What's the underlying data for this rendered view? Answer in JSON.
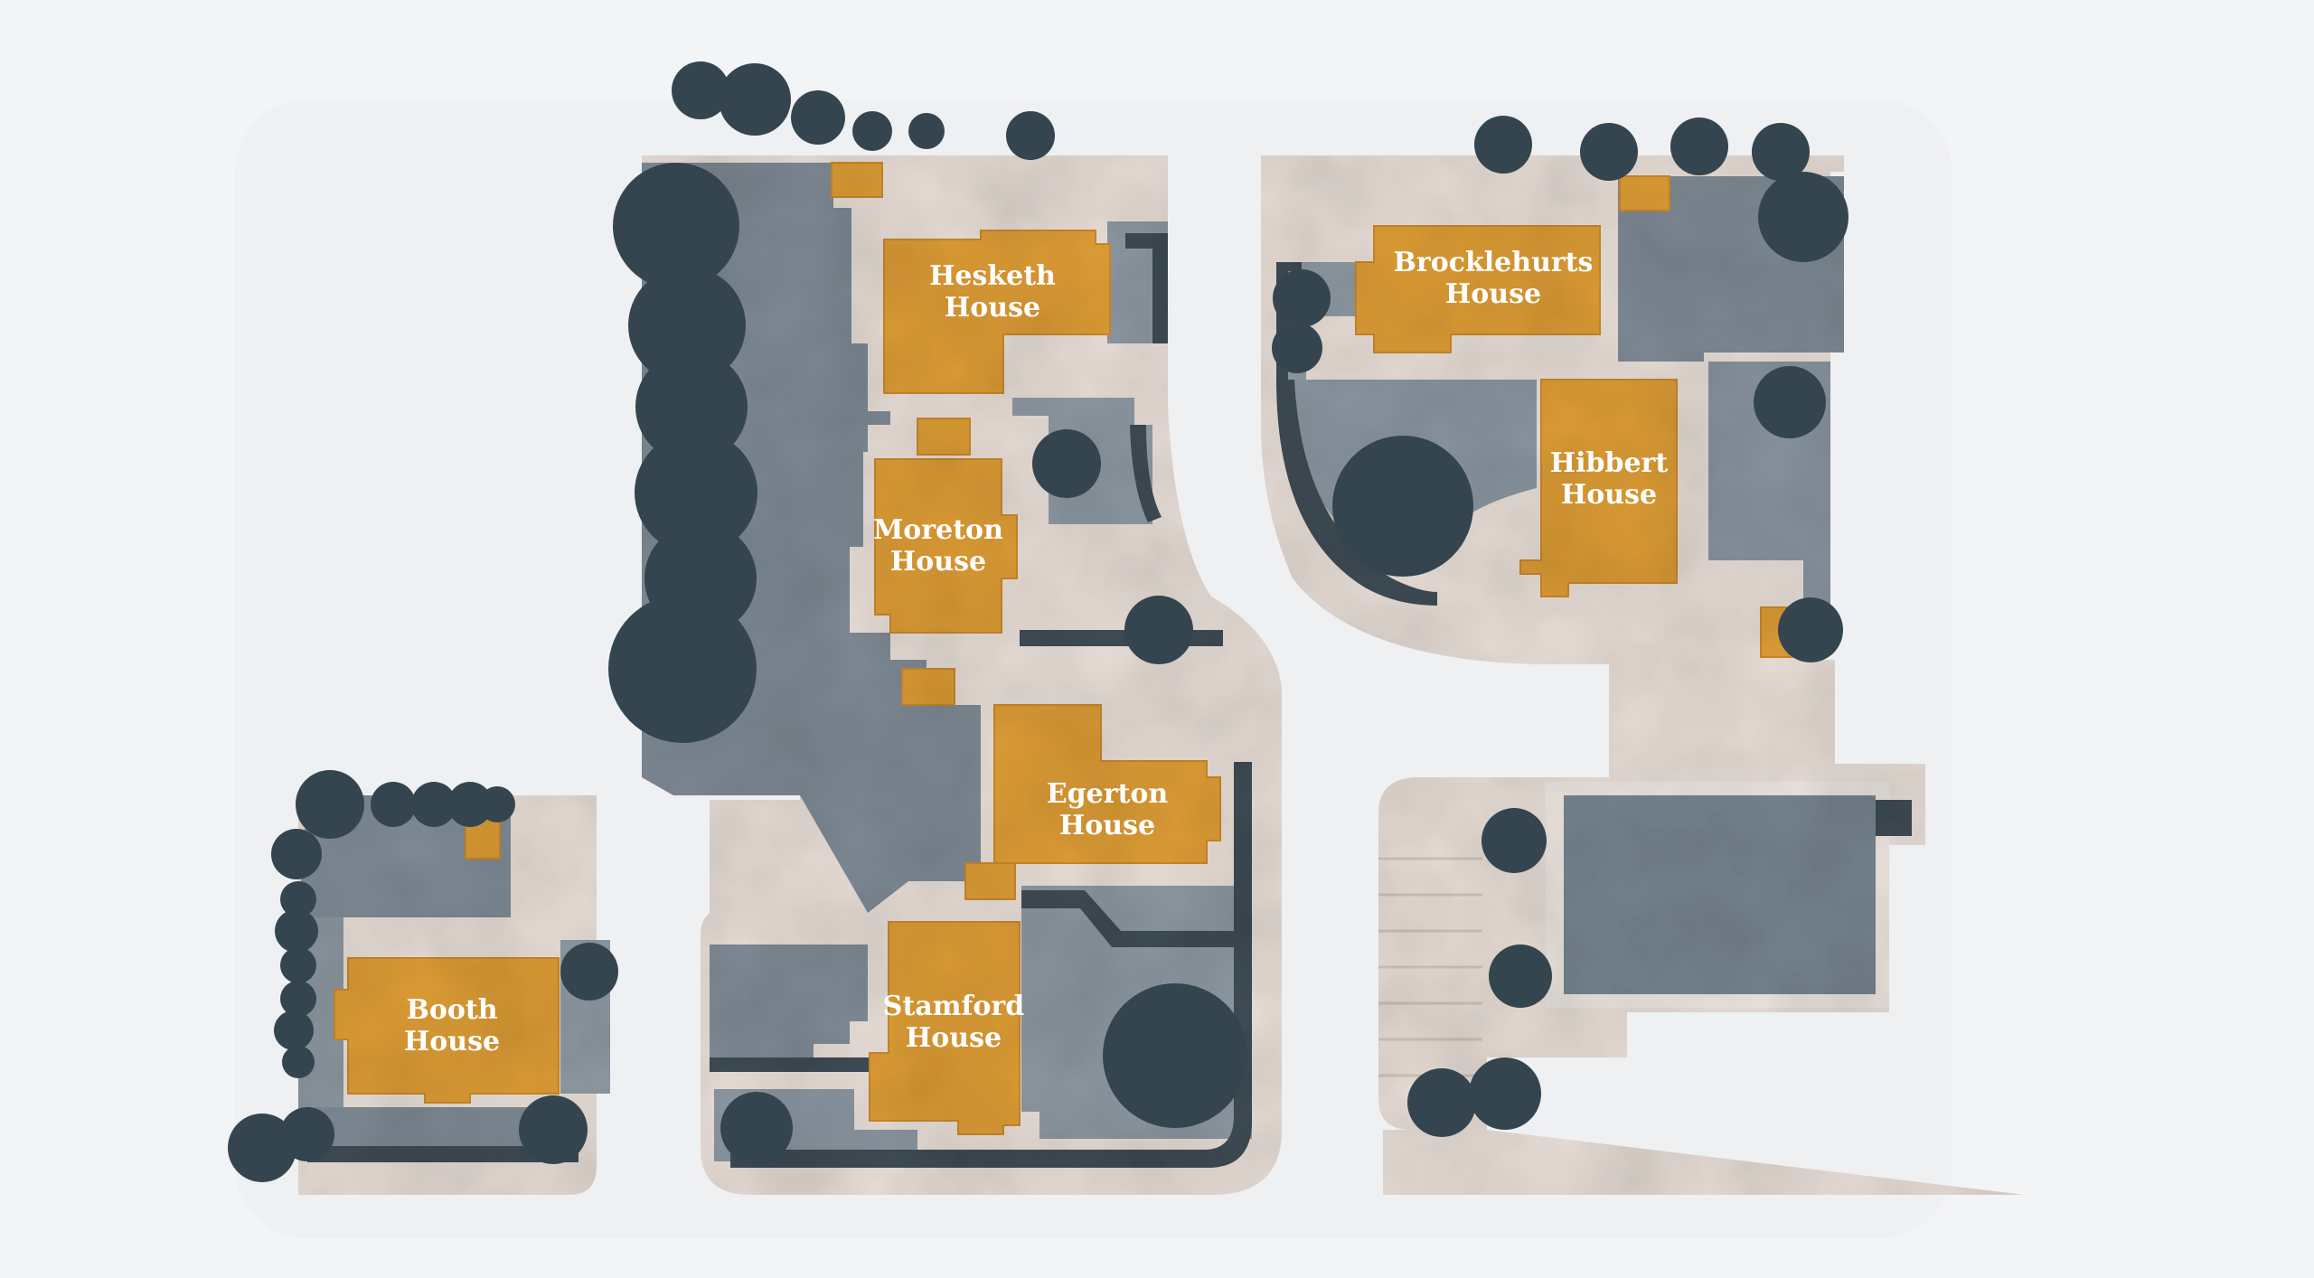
{
  "houses": [
    {
      "id": "hesketh",
      "name": "Hesketh",
      "suffix": "House"
    },
    {
      "id": "moreton",
      "name": "Moreton",
      "suffix": "House"
    },
    {
      "id": "egerton",
      "name": "Egerton",
      "suffix": "House"
    },
    {
      "id": "stamford",
      "name": "Stamford",
      "suffix": "House"
    },
    {
      "id": "booth",
      "name": "Booth",
      "suffix": "House"
    },
    {
      "id": "brocklehurts",
      "name": "Brocklehurts",
      "suffix": "House"
    },
    {
      "id": "hibbert",
      "name": "Hibbert",
      "suffix": "House"
    }
  ],
  "colors": {
    "background": "#f3f4f6",
    "paving": "#e7ddd6",
    "garden": "#8e99a3",
    "garden_dark": "#6f7c87",
    "hedge": "#3e4b55",
    "tree": "#34454f",
    "building": "#dc9c35",
    "building_edge": "#c9872a",
    "label": "#ffffff",
    "road": "#eef0f2"
  }
}
